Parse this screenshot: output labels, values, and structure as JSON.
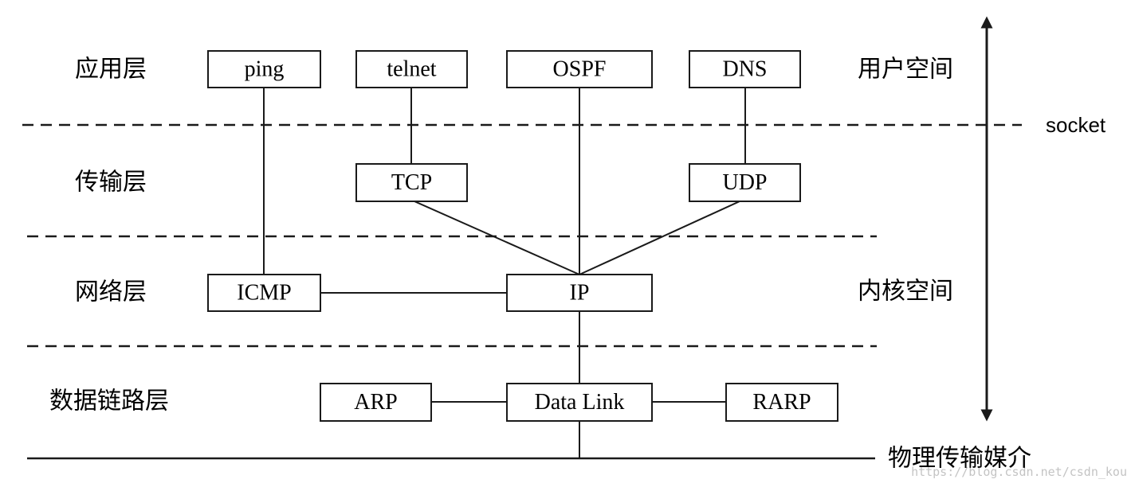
{
  "layers": {
    "application": "应用层",
    "transport": "传输层",
    "network": "网络层",
    "datalink": "数据链路层"
  },
  "spaces": {
    "user": "用户空间",
    "kernel": "内核空间"
  },
  "socket_label": "socket",
  "physical_medium": "物理传输媒介",
  "watermark": "https://blog.csdn.net/csdn_kou",
  "nodes": {
    "ping": "ping",
    "telnet": "telnet",
    "ospf": "OSPF",
    "dns": "DNS",
    "tcp": "TCP",
    "udp": "UDP",
    "icmp": "ICMP",
    "ip": "IP",
    "arp": "ARP",
    "datalink": "Data Link",
    "rarp": "RARP"
  },
  "colors": {
    "ink": "#1a1a1a",
    "background": "#ffffff",
    "watermark": "#c4c4c4"
  }
}
